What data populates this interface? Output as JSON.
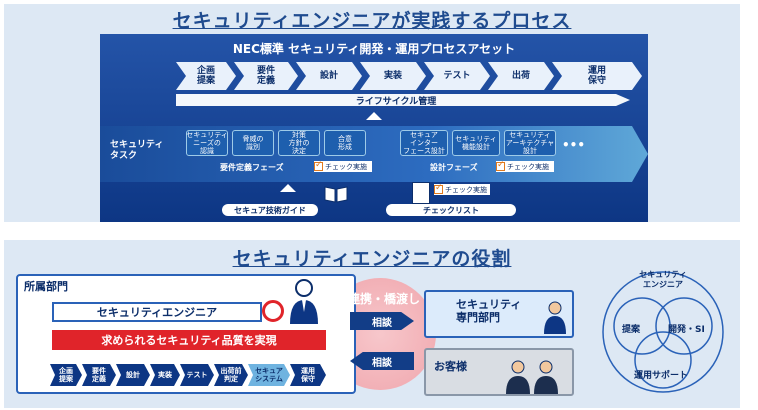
{
  "top": {
    "title": "セキュリティエンジニアが実践するプロセス",
    "board_title": "NEC標準 セキュリティ開発・運用プロセスアセット",
    "phases": [
      "企画\n提案",
      "要件\n定義",
      "設計",
      "実装",
      "テスト",
      "出荷",
      "運用\n保守"
    ],
    "lifecycle": "ライフサイクル管理",
    "security_task_label": "セキュリティ\nタスク",
    "req_tasks": [
      "セキュリティ\nニーズの\n認識",
      "脅威の\n識別",
      "対策\n方針の\n決定",
      "合意\n形成"
    ],
    "design_tasks": [
      "セキュア\nインター\nフェース設計",
      "セキュリティ\n機能設計",
      "セキュリティ\nアーキテクチャ\n設計"
    ],
    "ellipsis": "•••",
    "req_phase": "要件定義フェーズ",
    "design_phase": "設計フェーズ",
    "check_label": "チェック実施",
    "guide": "セキュア技術ガイド",
    "checklist": "チェックリスト"
  },
  "bottom": {
    "title": "セキュリティエンジニアの役割",
    "dept": "所属部門",
    "engineer": "セキュリティエンジニア",
    "quality": "求められるセキュリティ品質を実現",
    "mini_phases": [
      "企画\n提案",
      "要件\n定義",
      "設計",
      "実装",
      "テスト",
      "出荷前\n判定",
      "セキュア\nシステム",
      "運用\n保守"
    ],
    "bridge": "連携・橋渡し",
    "consult1": "相談",
    "consult2": "相談",
    "expert": "セキュリティ\n専門部門",
    "customer": "お客様",
    "venn_title": "セキュリティ\nエンジニア",
    "venn_a": "提案",
    "venn_b": "開発・SI",
    "venn_c": "運用サポート"
  },
  "colors": {
    "navy": "#0d3684",
    "red": "#e0242a",
    "accent": "#2a62b8"
  }
}
